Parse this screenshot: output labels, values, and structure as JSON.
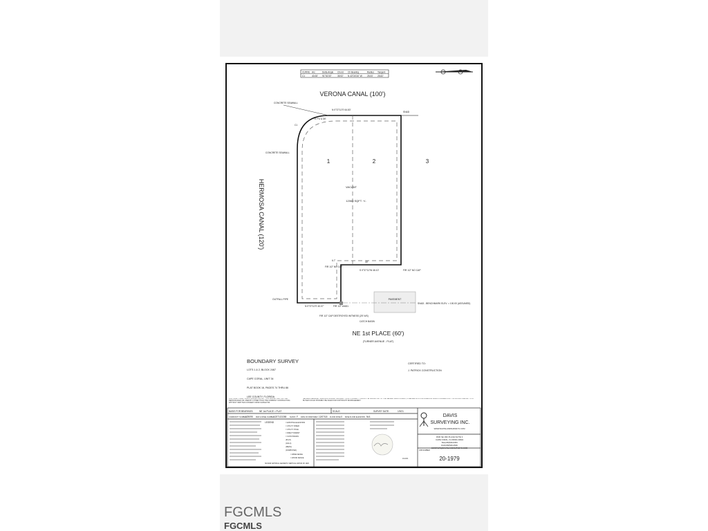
{
  "curve_table": {
    "headers": [
      "CURVE",
      "Arc",
      "Delta Angle",
      "Chord",
      "Ch Bearing",
      "Radius",
      "Tangent"
    ],
    "row": [
      "C1",
      "40.08'",
      "91°51'00\"",
      "35.92'",
      "N 43°24'34\" W",
      "25.00'",
      "25.82'"
    ]
  },
  "drawing": {
    "north_canal": "VERONA CANAL (100')",
    "west_canal": "HERMOSA CANAL (120')",
    "south_street": "NE 1st PLACE (60')",
    "south_street_sub": "(TURNER AVENUE - PLAT)",
    "lots": [
      "1",
      "2",
      "3"
    ],
    "vacant": "VACANT",
    "area": "12063 SQFT. +/-",
    "seawall_1": "CONCRETE SEAWALL",
    "seawall_2": "CONCRETE SEAWALL",
    "easement": "6' PU & DE",
    "top_bearing": "N 0°37'11\"E  64.83'",
    "inner_bearing": "S 0°37'11\"W  46.10'",
    "bottom_bearing": "N 0°37'11\"E  40.07'",
    "dim_40": "40'",
    "dim_67": "6.7'",
    "found_iron_1": "FIR 1/2\" NO CAP",
    "found_iron_2": "FIR 1/2\" NO CAP",
    "found_iron_3": "FIR 1/2\" #4631",
    "found_iron_4": "FIR 1/2\" CAP DESTROYED WITNESS (25' N/S)",
    "outfall": "OUTFALL PIPE",
    "catch_basin": "CATCH BASIN",
    "pavement": "PAVEMENT",
    "benchmark": "SN&D - BENCHMARK ELEV. = 100.00 (ASSUMED)",
    "snd": "SN&D",
    "curve_label": "C1"
  },
  "title_block": {
    "title": "BOUNDARY SURVEY",
    "lines": [
      "LOTS 1 & 2, BLOCK 2467",
      "CAPE CORAL, UNIT 34",
      "PLAT BOOK 16, PAGES 74 THRU 86",
      "LEE COUNTY, FLORIDA"
    ],
    "certified_label": "CERTIFIED TO:",
    "certified_to": "J. PATRICK CONSTRUCTION",
    "copyright_note": "COPYRIGHT 2018 - DAVIS SURVEYING INC. THIS SURVEY MAY NOT BE REPRODUCED OR USED BY OTHER THAN THE COMPANY CONTRACTING WITHOUT WRITTEN CONSENT FROM SURVEYOR.",
    "sellers_note": "SELLERS BEWARE: SIGNING A SURVEY AFFIDAVIT SHIFTS LIABILITY FROM THE SURVEYOR TO THE SELLER. ADDITIONALLY, A SELLER WHO PROVIDES AN UNAUTHORIZED COPY OF AN OLD SURVEY TO A BUYER COULD POSSIBLY BE SUED FOR COPYRIGHT INFRINGEMENT."
  },
  "info_table": {
    "bearings_label": "BASIS FOR BEARINGS:",
    "bearings_value": "NE 1st PLACE = PLAT",
    "scale_label": "SCALE:",
    "survey_date_label": "SURVEY DATE:",
    "survey_date": "1/9/21",
    "community_label": "COMMUNITY NUMBER",
    "community": "125095",
    "panel_label": "MAP & PANEL NUMBER",
    "panel": "12071C0265",
    "suffix_label": "SUFFIX",
    "suffix": "F",
    "firm_date_label": "DATE OF FIRM INDEX",
    "firm_date": "12/07/18",
    "zone_label": "FLOOD ZONE",
    "zone": "X",
    "base_flood_label": "BASE FLOOD ELEVATION",
    "base_flood": "N/A",
    "legend_label": "LEGEND",
    "legend_items": [
      "= EXISTING ELEVATION",
      "= UTILITY RISER",
      "= UTILITY POLE",
      "= FIRE HYDRANT",
      "= CATCH BASIN",
      "(PLAT)",
      "(CALC)",
      "(MEAS)",
      "(COMPUTED)",
      "= WIRE FENCE",
      "= WOOD FENCE"
    ],
    "datum": "NGVD29 NATIONAL GEODETIC VERTICAL DATUM OF 1929",
    "signature_date": "1/12/21"
  },
  "company": {
    "name_1": "DAVIS",
    "name_2": "SURVEYING INC.",
    "website": "WWW.DAVISLANDSURVEYS.COM",
    "address_1": "4536 SE 16th PLACE SUITE 3",
    "address_2": "CAPE CORAL, FLORIDA 33904",
    "phone": "TEL(239)549-6454",
    "fax": "FAX(239)549-2546",
    "email": "CONTACT@DAVISLANDSURVEYS.COM",
    "job_label": "JOB NUMBER",
    "job_number": "20-1979"
  },
  "watermark": "FGCMLS",
  "watermark_2": "FGCMLS"
}
